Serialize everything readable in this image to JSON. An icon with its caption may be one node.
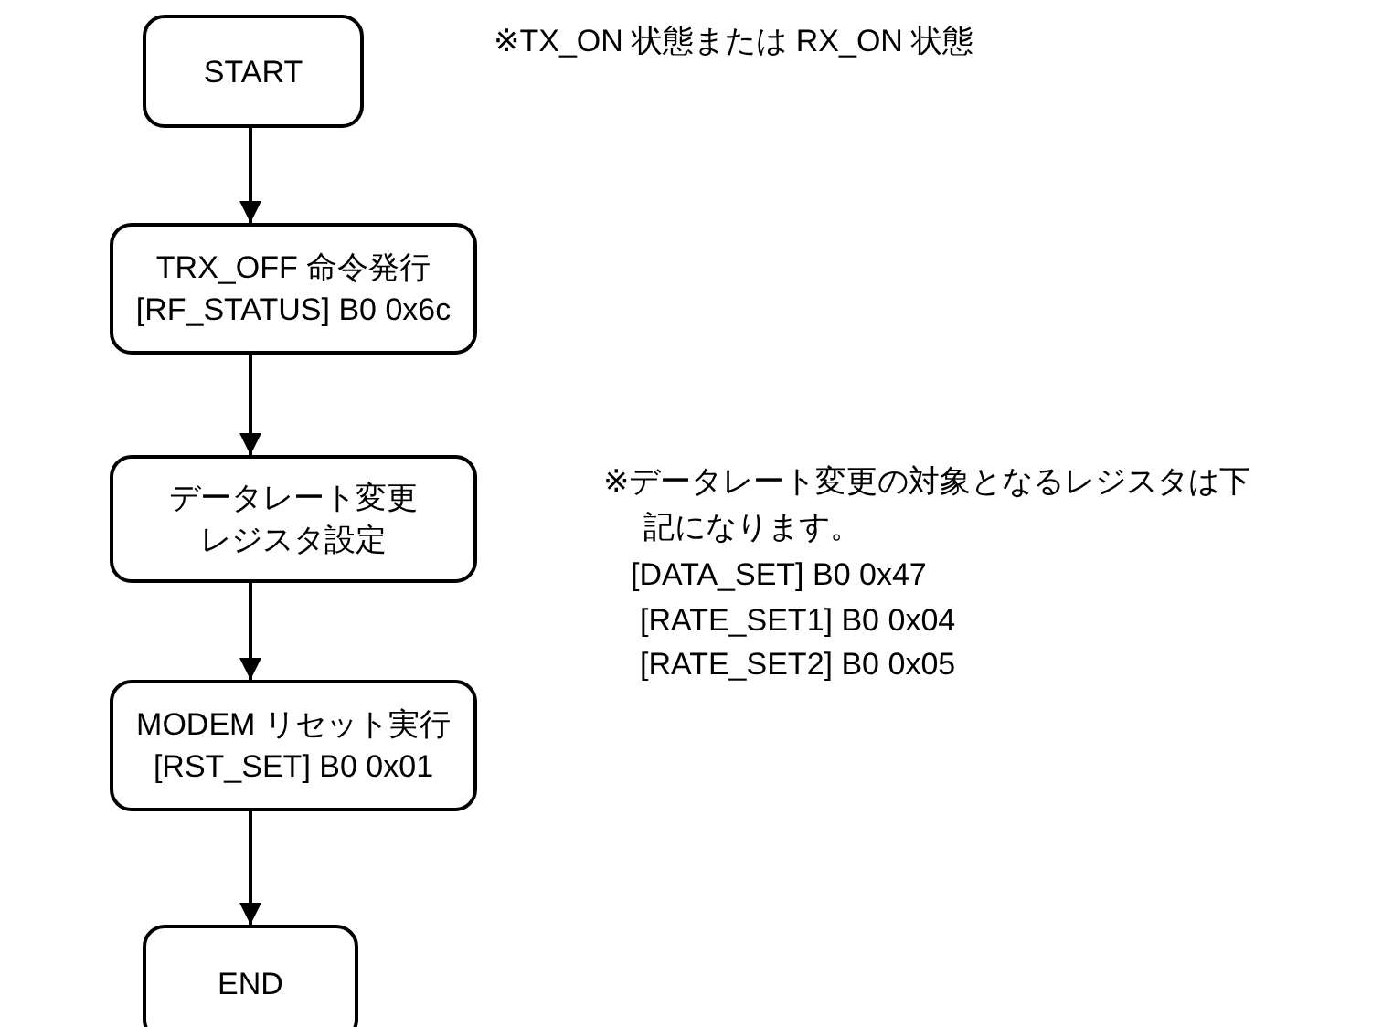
{
  "diagram": {
    "nodes": [
      {
        "text": [
          "START"
        ]
      },
      {
        "text": [
          "TRX_OFF 命令発行",
          "[RF_STATUS] B0 0x6c"
        ]
      },
      {
        "text": [
          "データレート変更",
          "レジスタ設定"
        ]
      },
      {
        "text": [
          "MODEM リセット実行",
          "[RST_SET] B0 0x01"
        ]
      },
      {
        "text": [
          "END"
        ]
      }
    ],
    "edges": [
      {
        "from": 0,
        "to": 1,
        "arrow": "to"
      },
      {
        "from": 1,
        "to": 2,
        "arrow": "to"
      },
      {
        "from": 2,
        "to": 3,
        "arrow": "to"
      },
      {
        "from": 3,
        "to": 4,
        "arrow": "to"
      }
    ],
    "labels": [
      "※TX_ON 状態または RX_ON 状態",
      "※データレート変更の対象となるレジスタは下記になります。",
      "[DATA_SET] B0 0x47",
      "[RATE_SET1] B0 0x04",
      "[RATE_SET2] B0 0x05"
    ]
  }
}
